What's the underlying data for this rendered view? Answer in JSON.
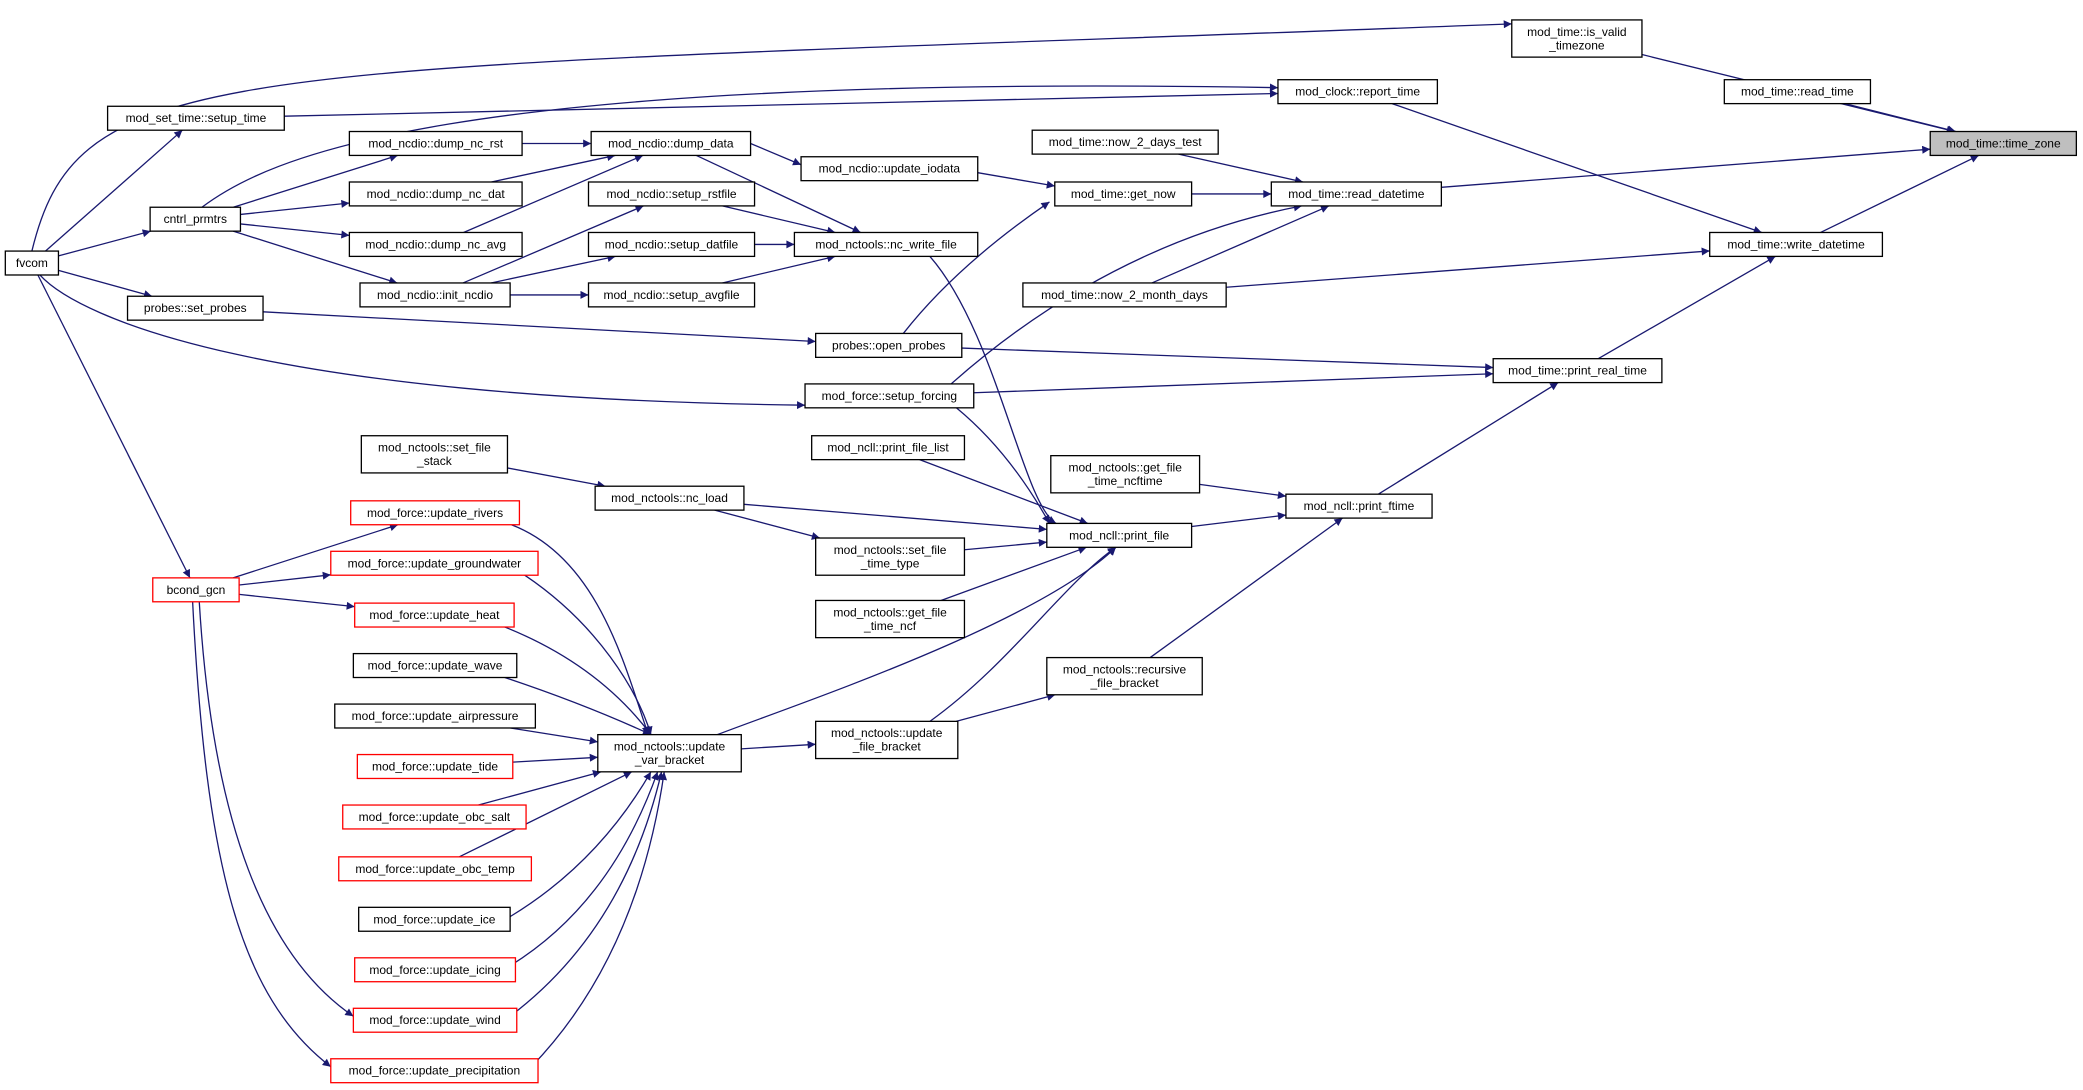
{
  "colors": {
    "edge": "#191970",
    "node_border": "#000000",
    "node_truncated_border": "#ff0000",
    "node_fill": "#ffffff",
    "root_fill": "#bfbfbf",
    "text": "#000000"
  },
  "nodes": [
    {
      "id": "time_zone",
      "lines": [
        "mod_time::time_zone"
      ],
      "style": "root"
    },
    {
      "id": "read_time",
      "lines": [
        "mod_time::read_time"
      ],
      "style": "normal"
    },
    {
      "id": "is_valid_timezone",
      "lines": [
        "mod_time::is_valid",
        "_timezone"
      ],
      "style": "normal"
    },
    {
      "id": "read_datetime",
      "lines": [
        "mod_time::read_datetime"
      ],
      "style": "normal"
    },
    {
      "id": "write_datetime",
      "lines": [
        "mod_time::write_datetime"
      ],
      "style": "normal"
    },
    {
      "id": "fvcom",
      "lines": [
        "fvcom"
      ],
      "style": "normal"
    },
    {
      "id": "report_time",
      "lines": [
        "mod_clock::report_time"
      ],
      "style": "normal"
    },
    {
      "id": "setup_time",
      "lines": [
        "mod_set_time::setup_time"
      ],
      "style": "normal"
    },
    {
      "id": "cntrl_prmtrs",
      "lines": [
        "cntrl_prmtrs"
      ],
      "style": "normal"
    },
    {
      "id": "now_2_days_test",
      "lines": [
        "mod_time::now_2_days_test"
      ],
      "style": "normal"
    },
    {
      "id": "get_now",
      "lines": [
        "mod_time::get_now"
      ],
      "style": "normal"
    },
    {
      "id": "update_iodata",
      "lines": [
        "mod_ncdio::update_iodata"
      ],
      "style": "normal"
    },
    {
      "id": "dump_data",
      "lines": [
        "mod_ncdio::dump_data"
      ],
      "style": "normal"
    },
    {
      "id": "dump_nc_rst",
      "lines": [
        "mod_ncdio::dump_nc_rst"
      ],
      "style": "normal"
    },
    {
      "id": "dump_nc_dat",
      "lines": [
        "mod_ncdio::dump_nc_dat"
      ],
      "style": "normal"
    },
    {
      "id": "dump_nc_avg",
      "lines": [
        "mod_ncdio::dump_nc_avg"
      ],
      "style": "normal"
    },
    {
      "id": "init_ncdio",
      "lines": [
        "mod_ncdio::init_ncdio"
      ],
      "style": "normal"
    },
    {
      "id": "setup_rstfile",
      "lines": [
        "mod_ncdio::setup_rstfile"
      ],
      "style": "normal"
    },
    {
      "id": "setup_datfile",
      "lines": [
        "mod_ncdio::setup_datfile"
      ],
      "style": "normal"
    },
    {
      "id": "setup_avgfile",
      "lines": [
        "mod_ncdio::setup_avgfile"
      ],
      "style": "normal"
    },
    {
      "id": "nc_write_file",
      "lines": [
        "mod_nctools::nc_write_file"
      ],
      "style": "normal"
    },
    {
      "id": "now_2_month_days",
      "lines": [
        "mod_time::now_2_month_days"
      ],
      "style": "normal"
    },
    {
      "id": "print_real_time",
      "lines": [
        "mod_time::print_real_time"
      ],
      "style": "normal"
    },
    {
      "id": "set_probes",
      "lines": [
        "probes::set_probes"
      ],
      "style": "normal"
    },
    {
      "id": "open_probes",
      "lines": [
        "probes::open_probes"
      ],
      "style": "normal"
    },
    {
      "id": "setup_forcing",
      "lines": [
        "mod_force::setup_forcing"
      ],
      "style": "normal"
    },
    {
      "id": "print_file_list",
      "lines": [
        "mod_ncll::print_file_list"
      ],
      "style": "normal"
    },
    {
      "id": "get_file_time_ncftime",
      "lines": [
        "mod_nctools::get_file",
        "_time_ncftime"
      ],
      "style": "normal"
    },
    {
      "id": "print_ftime",
      "lines": [
        "mod_ncll::print_ftime"
      ],
      "style": "normal"
    },
    {
      "id": "set_file_stack",
      "lines": [
        "mod_nctools::set_file",
        "_stack"
      ],
      "style": "normal"
    },
    {
      "id": "nc_load",
      "lines": [
        "mod_nctools::nc_load"
      ],
      "style": "normal"
    },
    {
      "id": "print_file",
      "lines": [
        "mod_ncll::print_file"
      ],
      "style": "normal"
    },
    {
      "id": "set_file_time_type",
      "lines": [
        "mod_nctools::set_file",
        "_time_type"
      ],
      "style": "normal"
    },
    {
      "id": "get_file_time_ncf",
      "lines": [
        "mod_nctools::get_file",
        "_time_ncf"
      ],
      "style": "normal"
    },
    {
      "id": "recursive_file_bracket",
      "lines": [
        "mod_nctools::recursive",
        "_file_bracket"
      ],
      "style": "normal"
    },
    {
      "id": "update_file_bracket",
      "lines": [
        "mod_nctools::update",
        "_file_bracket"
      ],
      "style": "normal"
    },
    {
      "id": "update_var_bracket",
      "lines": [
        "mod_nctools::update",
        "_var_bracket"
      ],
      "style": "normal"
    },
    {
      "id": "bcond_gcn",
      "lines": [
        "bcond_gcn"
      ],
      "style": "truncated"
    },
    {
      "id": "update_rivers",
      "lines": [
        "mod_force::update_rivers"
      ],
      "style": "truncated"
    },
    {
      "id": "update_groundwater",
      "lines": [
        "mod_force::update_groundwater"
      ],
      "style": "truncated"
    },
    {
      "id": "update_heat",
      "lines": [
        "mod_force::update_heat"
      ],
      "style": "truncated"
    },
    {
      "id": "update_wave",
      "lines": [
        "mod_force::update_wave"
      ],
      "style": "normal"
    },
    {
      "id": "update_airpressure",
      "lines": [
        "mod_force::update_airpressure"
      ],
      "style": "normal"
    },
    {
      "id": "update_tide",
      "lines": [
        "mod_force::update_tide"
      ],
      "style": "truncated"
    },
    {
      "id": "update_obc_salt",
      "lines": [
        "mod_force::update_obc_salt"
      ],
      "style": "truncated"
    },
    {
      "id": "update_obc_temp",
      "lines": [
        "mod_force::update_obc_temp"
      ],
      "style": "truncated"
    },
    {
      "id": "update_ice",
      "lines": [
        "mod_force::update_ice"
      ],
      "style": "normal"
    },
    {
      "id": "update_icing",
      "lines": [
        "mod_force::update_icing"
      ],
      "style": "truncated"
    },
    {
      "id": "update_wind",
      "lines": [
        "mod_force::update_wind"
      ],
      "style": "truncated"
    },
    {
      "id": "update_precipitation",
      "lines": [
        "mod_force::update_precipitation"
      ],
      "style": "truncated"
    }
  ],
  "edges": [
    {
      "from": "read_time",
      "to": "time_zone"
    },
    {
      "from": "is_valid_timezone",
      "to": "time_zone"
    },
    {
      "from": "read_datetime",
      "to": "time_zone"
    },
    {
      "from": "write_datetime",
      "to": "time_zone"
    },
    {
      "from": "fvcom",
      "to": "is_valid_timezone"
    },
    {
      "from": "report_time",
      "to": "write_datetime"
    },
    {
      "from": "fvcom",
      "to": "setup_time"
    },
    {
      "from": "setup_time",
      "to": "report_time"
    },
    {
      "from": "cntrl_prmtrs",
      "to": "report_time"
    },
    {
      "from": "fvcom",
      "to": "cntrl_prmtrs"
    },
    {
      "from": "now_2_days_test",
      "to": "read_datetime"
    },
    {
      "from": "get_now",
      "to": "read_datetime"
    },
    {
      "from": "update_iodata",
      "to": "get_now"
    },
    {
      "from": "dump_data",
      "to": "update_iodata"
    },
    {
      "from": "dump_nc_rst",
      "to": "dump_data"
    },
    {
      "from": "dump_nc_dat",
      "to": "dump_data"
    },
    {
      "from": "dump_nc_avg",
      "to": "dump_data"
    },
    {
      "from": "cntrl_prmtrs",
      "to": "dump_nc_rst"
    },
    {
      "from": "cntrl_prmtrs",
      "to": "dump_nc_dat"
    },
    {
      "from": "cntrl_prmtrs",
      "to": "dump_nc_avg"
    },
    {
      "from": "cntrl_prmtrs",
      "to": "init_ncdio"
    },
    {
      "from": "init_ncdio",
      "to": "setup_rstfile"
    },
    {
      "from": "init_ncdio",
      "to": "setup_datfile"
    },
    {
      "from": "init_ncdio",
      "to": "setup_avgfile"
    },
    {
      "from": "dump_data",
      "to": "nc_write_file"
    },
    {
      "from": "setup_rstfile",
      "to": "nc_write_file"
    },
    {
      "from": "setup_datfile",
      "to": "nc_write_file"
    },
    {
      "from": "setup_avgfile",
      "to": "nc_write_file"
    },
    {
      "from": "now_2_month_days",
      "to": "write_datetime"
    },
    {
      "from": "print_real_time",
      "to": "write_datetime"
    },
    {
      "from": "now_2_month_days",
      "to": "read_datetime"
    },
    {
      "from": "fvcom",
      "to": "set_probes"
    },
    {
      "from": "set_probes",
      "to": "open_probes"
    },
    {
      "from": "open_probes",
      "to": "get_now"
    },
    {
      "from": "open_probes",
      "to": "print_real_time"
    },
    {
      "from": "fvcom",
      "to": "setup_forcing"
    },
    {
      "from": "setup_forcing",
      "to": "print_real_time"
    },
    {
      "from": "setup_forcing",
      "to": "read_datetime"
    },
    {
      "from": "print_ftime",
      "to": "print_real_time"
    },
    {
      "from": "get_file_time_ncftime",
      "to": "print_ftime"
    },
    {
      "from": "print_file",
      "to": "print_ftime"
    },
    {
      "from": "recursive_file_bracket",
      "to": "print_ftime"
    },
    {
      "from": "nc_write_file",
      "to": "print_file"
    },
    {
      "from": "setup_forcing",
      "to": "print_file"
    },
    {
      "from": "print_file_list",
      "to": "print_file"
    },
    {
      "from": "nc_load",
      "to": "print_file"
    },
    {
      "from": "set_file_time_type",
      "to": "print_file"
    },
    {
      "from": "get_file_time_ncf",
      "to": "print_file"
    },
    {
      "from": "update_var_bracket",
      "to": "print_file"
    },
    {
      "from": "update_file_bracket",
      "to": "print_file"
    },
    {
      "from": "set_file_stack",
      "to": "nc_load"
    },
    {
      "from": "nc_load",
      "to": "set_file_time_type"
    },
    {
      "from": "update_file_bracket",
      "to": "recursive_file_bracket"
    },
    {
      "from": "update_var_bracket",
      "to": "update_file_bracket"
    },
    {
      "from": "fvcom",
      "to": "bcond_gcn"
    },
    {
      "from": "bcond_gcn",
      "to": "update_rivers"
    },
    {
      "from": "bcond_gcn",
      "to": "update_groundwater"
    },
    {
      "from": "bcond_gcn",
      "to": "update_heat"
    },
    {
      "from": "bcond_gcn",
      "to": "update_wind"
    },
    {
      "from": "bcond_gcn",
      "to": "update_precipitation"
    },
    {
      "from": "update_rivers",
      "to": "update_var_bracket"
    },
    {
      "from": "update_groundwater",
      "to": "update_var_bracket"
    },
    {
      "from": "update_heat",
      "to": "update_var_bracket"
    },
    {
      "from": "update_wave",
      "to": "update_var_bracket"
    },
    {
      "from": "update_airpressure",
      "to": "update_var_bracket"
    },
    {
      "from": "update_tide",
      "to": "update_var_bracket"
    },
    {
      "from": "update_obc_salt",
      "to": "update_var_bracket"
    },
    {
      "from": "update_obc_temp",
      "to": "update_var_bracket"
    },
    {
      "from": "update_ice",
      "to": "update_var_bracket"
    },
    {
      "from": "update_icing",
      "to": "update_var_bracket"
    },
    {
      "from": "update_wind",
      "to": "update_var_bracket"
    },
    {
      "from": "update_precipitation",
      "to": "update_var_bracket"
    }
  ]
}
